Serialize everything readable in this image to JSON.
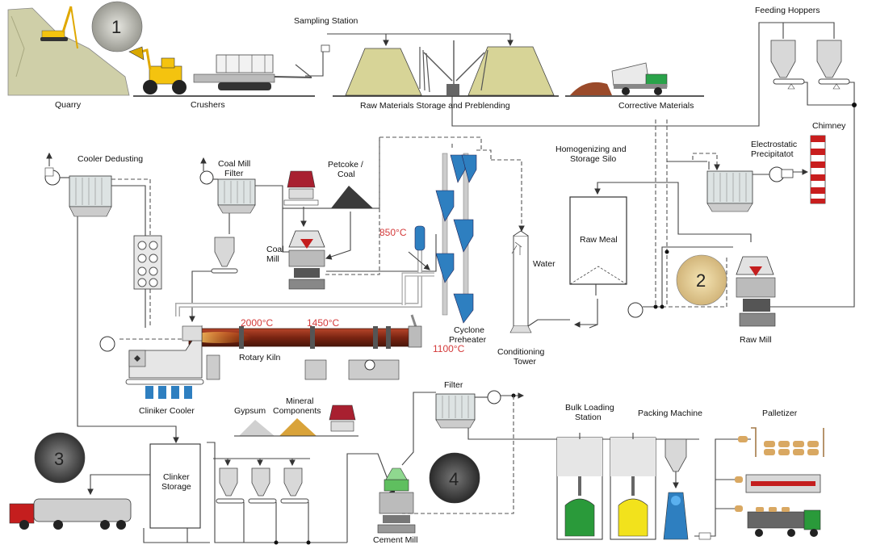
{
  "labels": {
    "quarry": "Quarry",
    "crushers": "Crushers",
    "sampling_station": "Sampling Station",
    "raw_materials_storage": "Raw Materials Storage and Preblending",
    "corrective_materials": "Corrective Materials",
    "feeding_hoppers": "Feeding Hoppers",
    "chimney": "Chimney",
    "electrostatic_line1": "Electrostatic",
    "electrostatic_line2": "Precipitatot",
    "homogenizing_line1": "Homogenizing and",
    "homogenizing_line2": "Storage Silo",
    "raw_meal": "Raw Meal",
    "raw_mill": "Raw Mill",
    "cooler_dedusting": "Cooler Dedusting",
    "coal_mill_filter_line1": "Coal Mill",
    "coal_mill_filter_line2": "Filter",
    "petcoke_line1": "Petcoke /",
    "petcoke_line2": "Coal",
    "coal_mill_line1": "Coal",
    "coal_mill_line2": "Mill",
    "water": "Water",
    "conditioning_line1": "Conditioning",
    "conditioning_line2": "Tower",
    "cyclone_line1": "Cyclone",
    "cyclone_line2": "Preheater",
    "rotary_kiln": "Rotary Kiln",
    "clinker_cooler": "Cliniker Cooler",
    "gypsum": "Gypsum",
    "mineral_line1": "Mineral",
    "mineral_line2": "Components",
    "filter": "Filter",
    "bulk_loading_line1": "Bulk Loading",
    "bulk_loading_line2": "Station",
    "packing_machine": "Packing Machine",
    "palletizer": "Palletizer",
    "clinker_storage_line1": "Clinker",
    "clinker_storage_line2": "Storage",
    "cement_mill": "Cement Mill"
  },
  "temperatures": {
    "t850": "850°C",
    "t2000": "2000°C",
    "t1450": "1450°C",
    "t1100": "1100°C"
  },
  "sample_markers": [
    "1",
    "2",
    "3",
    "4"
  ],
  "colors": {
    "temperature_text": "#d43a3a",
    "kiln": "#8a2a1a",
    "cyclone_blue": "#2e7fc0",
    "equipment_red": "#b8252f",
    "truck_green": "#2a9a3a",
    "truck_red": "#c41e1e",
    "yellow_truck": "#f2e21c"
  },
  "icons": [
    "excavator-icon",
    "wheel-loader-icon",
    "crusher-icon",
    "dump-truck-icon",
    "fan-icon",
    "tanker-truck-icon",
    "pallet-icon"
  ]
}
